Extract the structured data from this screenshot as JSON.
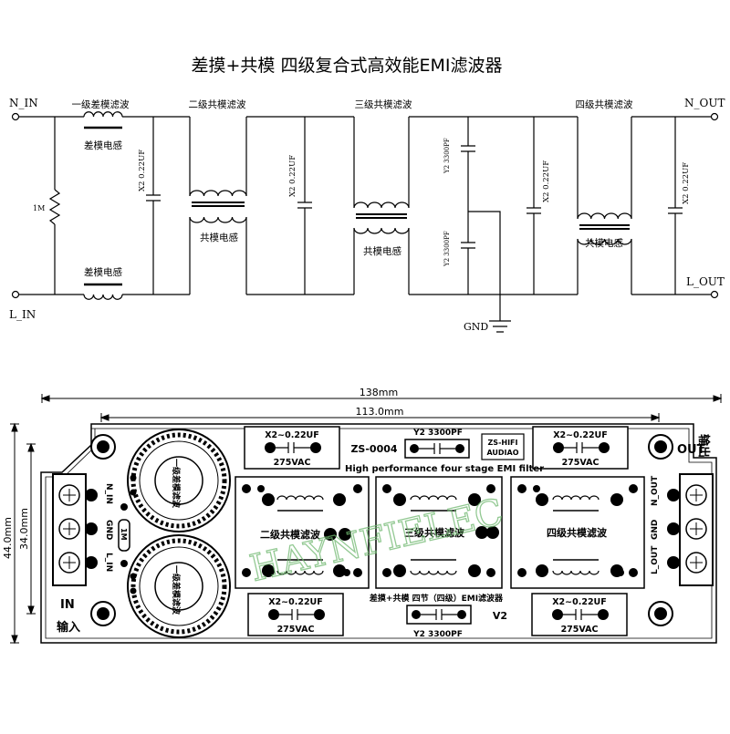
{
  "title": "差摸+共模  四级复合式高效能EMI滤波器",
  "schematic": {
    "n_in": "N_IN",
    "l_in": "L_IN",
    "n_out": "N_OUT",
    "l_out": "L_OUT",
    "gnd": "GND",
    "stage1_label": "一级差模滤波",
    "stage2_label": "二级共模滤波",
    "stage3_label": "三级共模滤波",
    "stage4_label": "四级共模滤波",
    "diff_inductor": "差模电感",
    "common_inductor": "共模电感",
    "resistor": "1M",
    "x2_cap": "X2 0.22UF",
    "y2_cap": "Y2 3300PF"
  },
  "pcb": {
    "width_outer": "138mm",
    "width_inner": "113.0mm",
    "height_outer": "44.0mm",
    "height_inner": "34.0mm",
    "model": "ZS-0004",
    "brand_line1": "ZS-HIFI",
    "brand_line2": "AUDIAO",
    "subtitle": "High performance four stage EMI filter",
    "cap_x2": "X2~0.22UF",
    "cap_voltage": "275VAC",
    "cap_y2": "Y2  3300PF",
    "out_label": "OUT",
    "out_cn": "输出",
    "in_label": "IN",
    "in_cn": "输入",
    "toroid_label": "一级差模滤波",
    "resistor": "1M",
    "stage2": "二级共模滤波",
    "stage3": "三级共模滤波",
    "stage4": "四级共模滤波",
    "bottom_text": "差摸+共模 四节（四级）EMI滤波器",
    "version": "V2",
    "term_n_in": "N_IN",
    "term_gnd": "GND",
    "term_l_in": "L_IN",
    "term_n_out": "N_OUT",
    "term_l_out": "L_OUT",
    "watermark": "HAYNFIELEC"
  }
}
